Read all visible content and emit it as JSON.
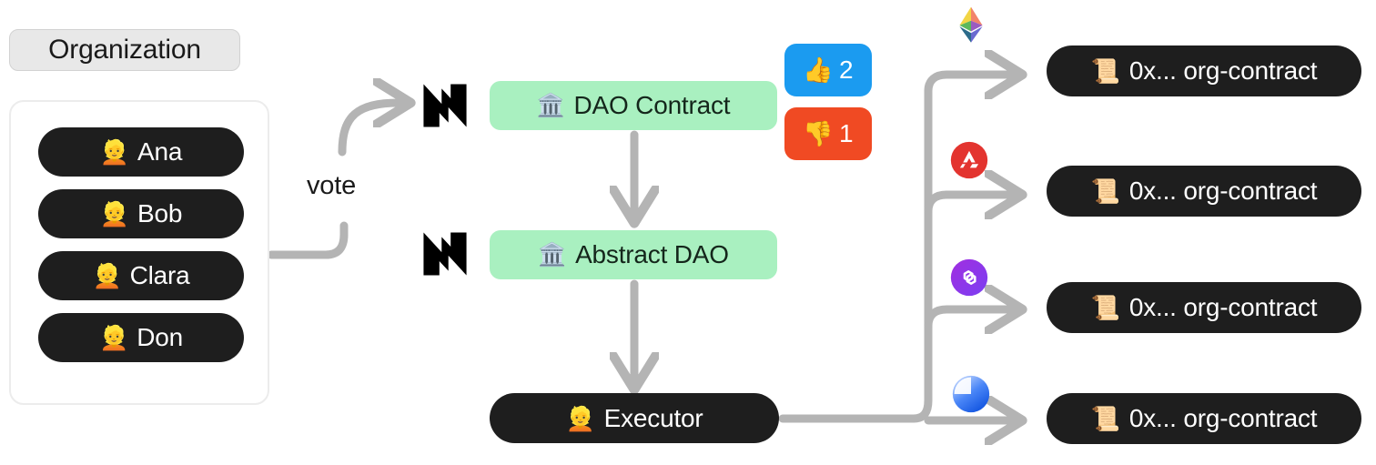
{
  "organization": {
    "title": "Organization",
    "members": [
      {
        "emoji": "👱",
        "name": "Ana"
      },
      {
        "emoji": "👱",
        "name": "Bob"
      },
      {
        "emoji": "👱",
        "name": "Clara"
      },
      {
        "emoji": "👱",
        "name": "Don"
      }
    ]
  },
  "flow": {
    "vote_label": "vote",
    "dao_contract": {
      "emoji": "🏛️",
      "label": "DAO Contract"
    },
    "abstract_dao": {
      "emoji": "🏛️",
      "label": "Abstract DAO"
    },
    "executor": {
      "emoji": "👱",
      "label": "Executor"
    }
  },
  "tally": {
    "upvote": {
      "emoji": "👍",
      "count": "2",
      "color": "#1b9bf0"
    },
    "downvote": {
      "emoji": "👎",
      "count": "1",
      "color": "#f04a23"
    }
  },
  "chains": [
    {
      "icon": "ethereum-icon",
      "name": "Ethereum"
    },
    {
      "icon": "avalanche-icon",
      "name": "Avalanche"
    },
    {
      "icon": "polygon-icon",
      "name": "Polygon"
    },
    {
      "icon": "base-icon",
      "name": "Base"
    }
  ],
  "contracts": [
    {
      "emoji": "📜",
      "label": "0x... org-contract"
    },
    {
      "emoji": "📜",
      "label": "0x... org-contract"
    },
    {
      "emoji": "📜",
      "label": "0x... org-contract"
    },
    {
      "emoji": "📜",
      "label": "0x... org-contract"
    }
  ],
  "colors": {
    "arrow": "#b4b4b4",
    "dao_box_bg": "#a9f0c0",
    "pill_bg": "#1e1e1e",
    "org_title_bg": "#e8e8e8",
    "canvas_bg": "#ffffff"
  }
}
